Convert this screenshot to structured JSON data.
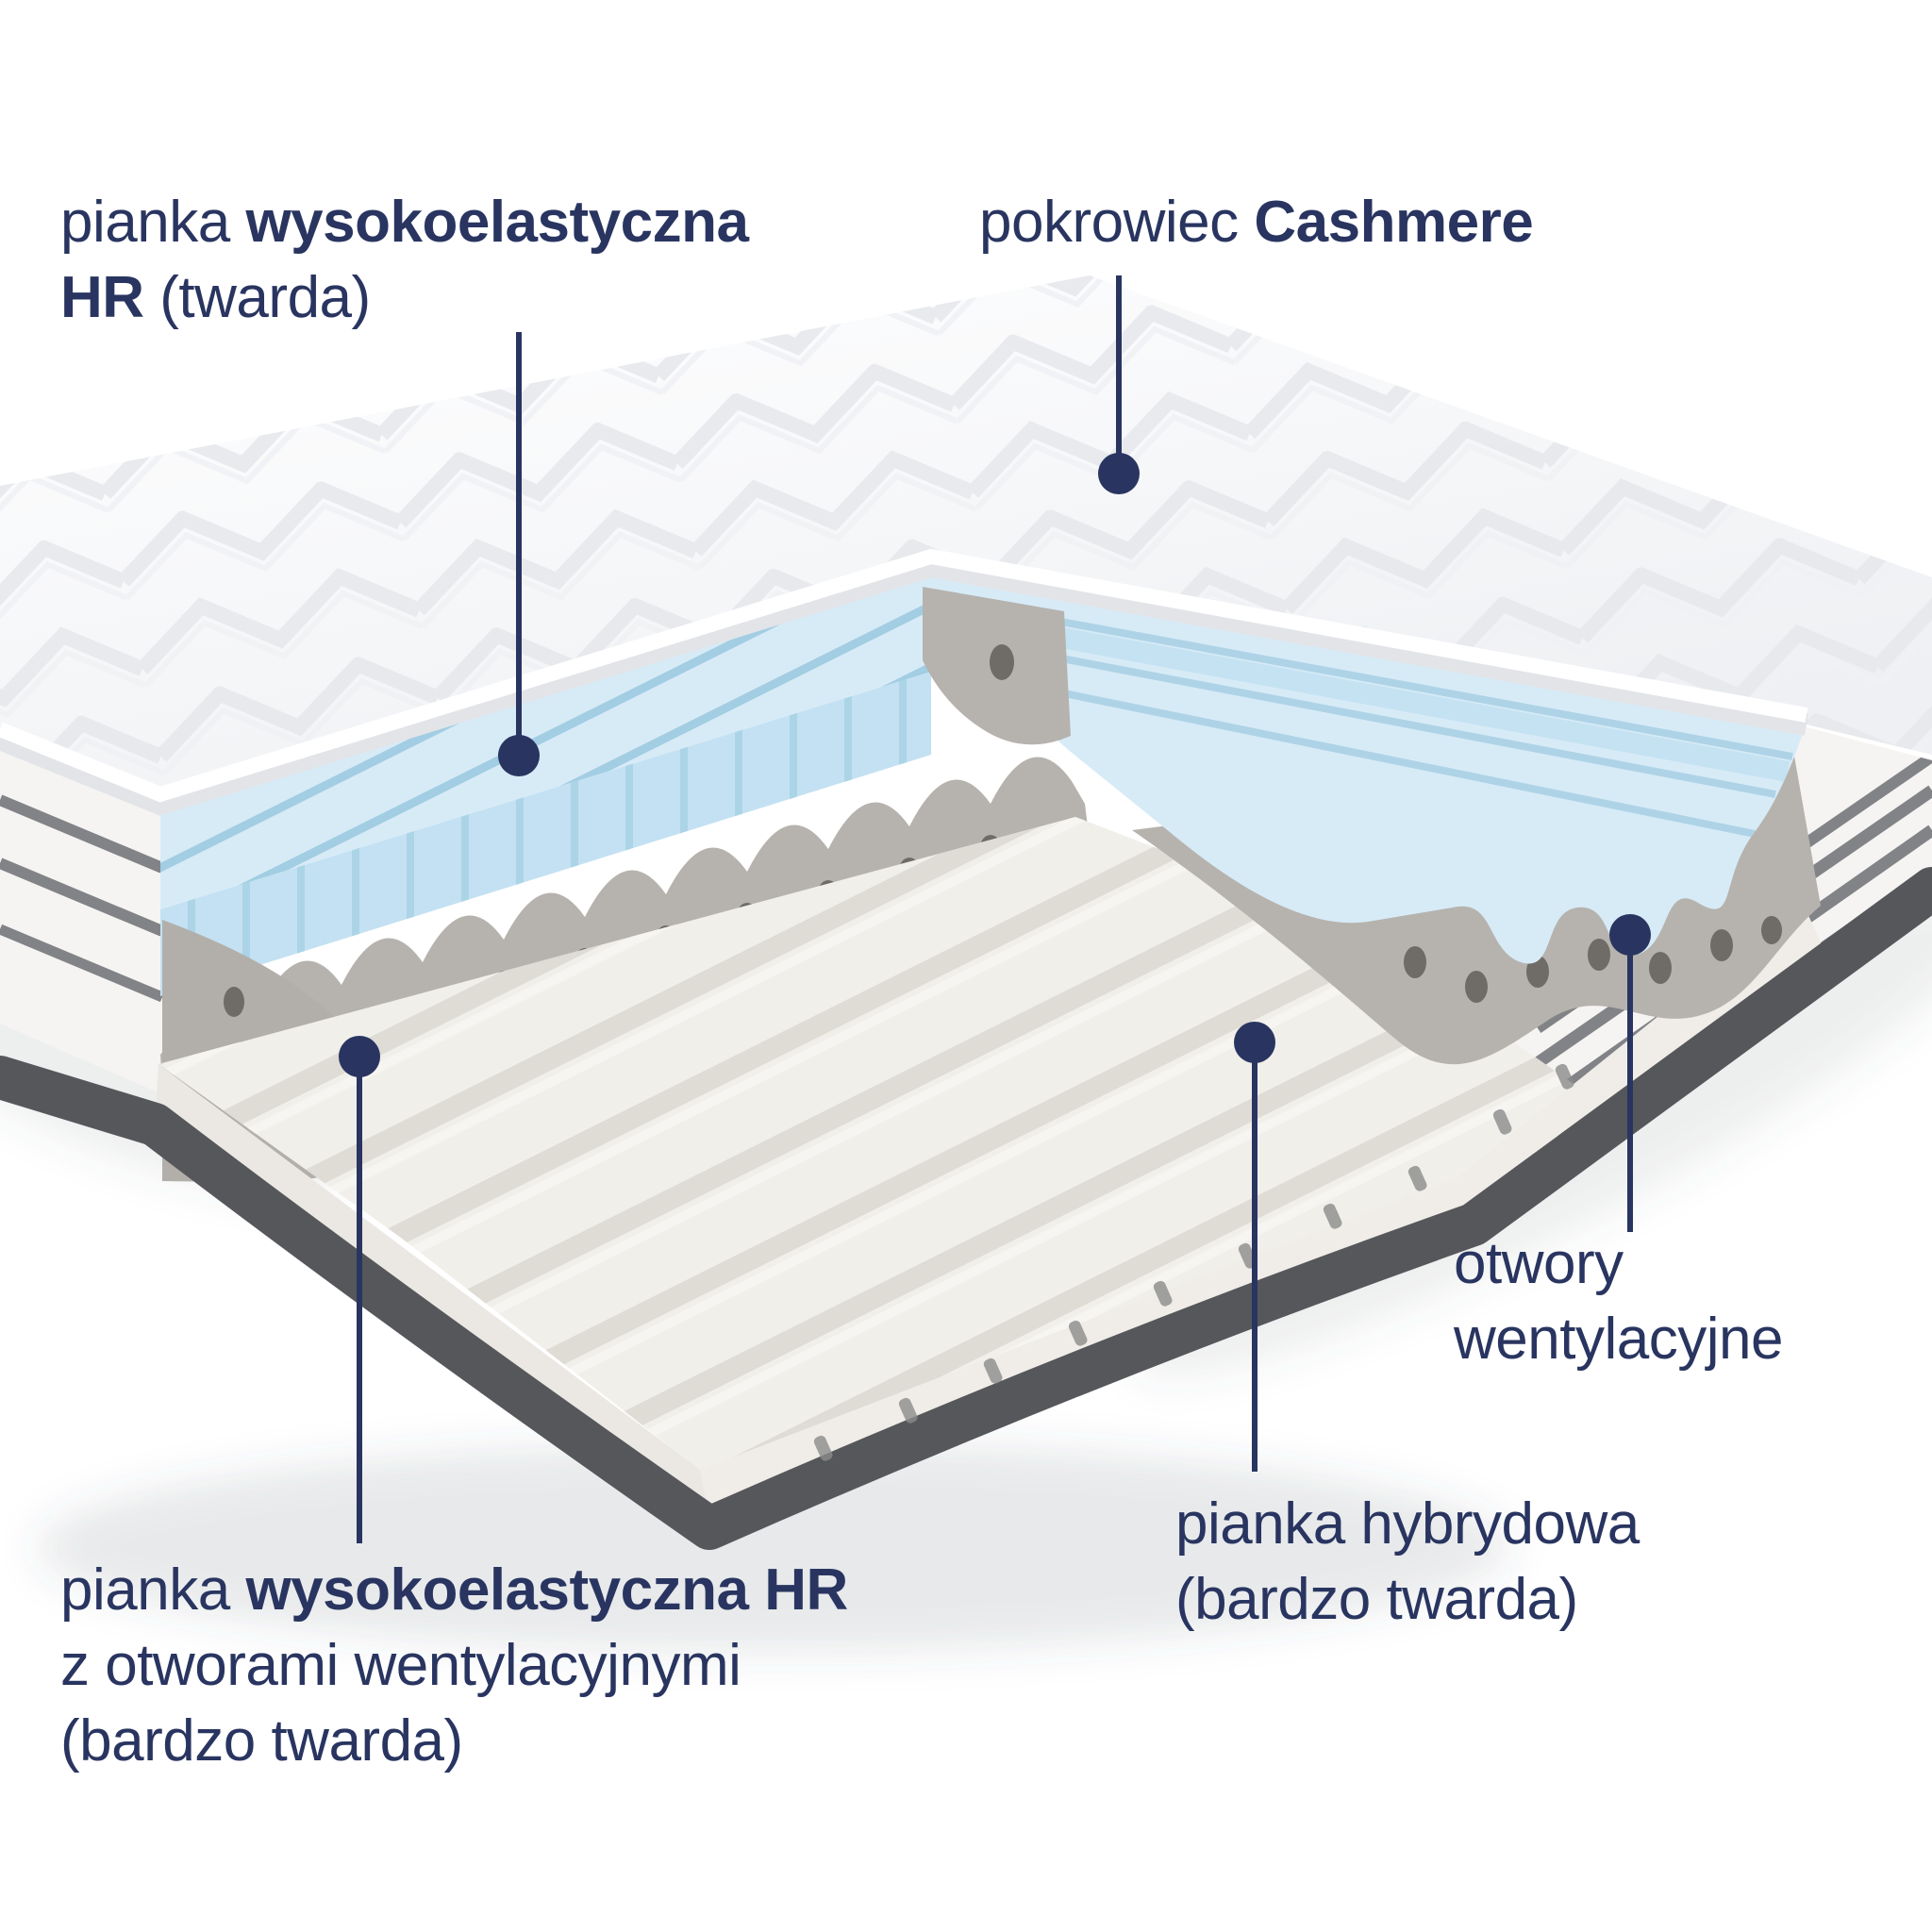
{
  "illustration": {
    "description": "Cutaway 3D view of a layered foam mattress",
    "layer_names": {
      "cover": "quilted cashmere cover",
      "blue_foam": "high-resilience HR foam (hard)",
      "grey_foam": "HR foam with ventilation holes (very hard)",
      "white_foam": "hybrid foam (very hard)",
      "vent_holes": "ventilation holes",
      "base_rim": "dark base edging"
    }
  },
  "colors": {
    "callout": "#293560",
    "cover": "#fbfcfd",
    "quilt_line": "#e6e8ec",
    "foam_blue_top": "#d7ebf7",
    "foam_blue_side": "#c3e1f2",
    "foam_blue_groove": "#9fcbe1",
    "foam_grey": "#b6b3ae",
    "foam_grey_hole": "#6f6c67",
    "foam_white": "#f1efea",
    "foam_white_face": "#ebe8e3",
    "foam_ridge": "#ddd9d3",
    "side_face": "#f5f4f2",
    "side_stripe": "#828387",
    "base_rim": "#55575b",
    "vent_slot": "#8b8b8b"
  },
  "labels": {
    "foam_hr_top": {
      "line1_regular": "pianka ",
      "line1_bold": "wysokoelastyczna",
      "line2_bold": "HR",
      "line2_regular": " (twarda)"
    },
    "cover": {
      "regular": "pokrowiec ",
      "bold": "Cashmere"
    },
    "vents": {
      "line1": "otwory",
      "line2": "wentylacyjne"
    },
    "hybrid": {
      "line1": "pianka hybrydowa",
      "line2": "(bardzo twarda)"
    },
    "foam_hr_vent": {
      "line1_regular": "pianka ",
      "line1_bold": "wysokoelastyczna HR",
      "line2": "z otworami wentylacyjnymi",
      "line3": "(bardzo twarda)"
    }
  }
}
